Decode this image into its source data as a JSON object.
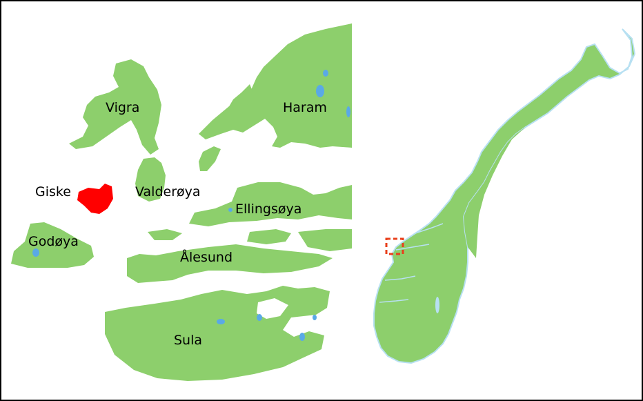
{
  "map": {
    "labels": {
      "vigra": "Vigra",
      "haram": "Haram",
      "giske": "Giske",
      "valderoya": "Valderøya",
      "ellingsoya": "Ellingsøya",
      "godoya": "Godøya",
      "alesund": "Ålesund",
      "sula": "Sula"
    },
    "highlight_region": "Giske",
    "locator_marker": "dashed-box-over-Ålesund-area"
  },
  "colors": {
    "land": "#8dcf6c",
    "water": "#ffffff",
    "lake": "#5aa9e6",
    "highlight": "#ff0000",
    "marker": "#e8401c",
    "coast": "#b7e0f2",
    "border": "#000000"
  }
}
